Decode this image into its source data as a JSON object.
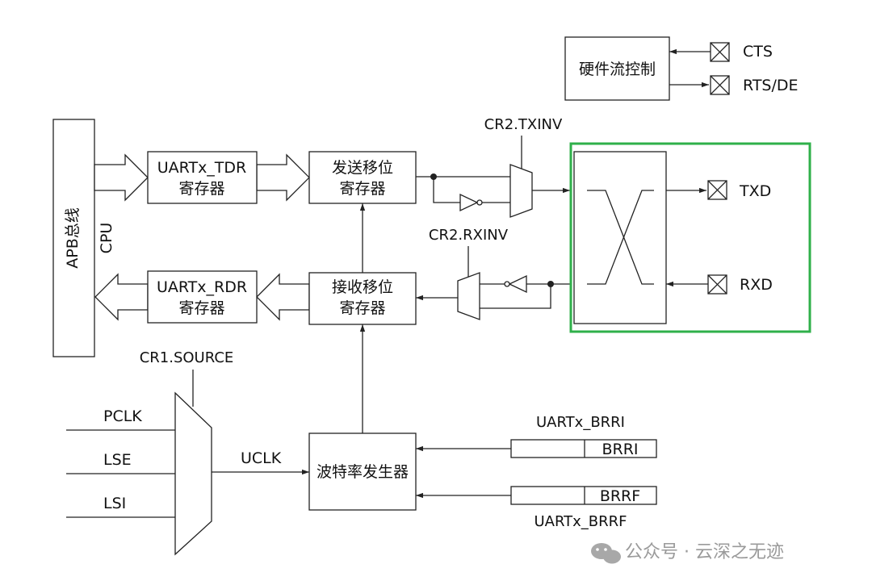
{
  "blocks": {
    "apb_bus": "APB总线",
    "cpu": "CPU",
    "tdr_name": "UARTx_TDR",
    "tdr_sub": "寄存器",
    "rdr_name": "UARTx_RDR",
    "rdr_sub": "寄存器",
    "tx_shift_line1": "发送移位",
    "tx_shift_line2": "寄存器",
    "rx_shift_line1": "接收移位",
    "rx_shift_line2": "寄存器",
    "flow_control": "硬件流控制",
    "baud_gen": "波特率发生器",
    "brri_field": "BRRI",
    "brrf_field": "BRRF"
  },
  "signals": {
    "cts": "CTS",
    "rts_de": "RTS/DE",
    "txd": "TXD",
    "rxd": "RXD",
    "txinv": "CR2.TXINV",
    "rxinv": "CR2.RXINV",
    "source": "CR1.SOURCE",
    "pclk": "PCLK",
    "lse": "LSE",
    "lsi": "LSI",
    "uclk": "UCLK",
    "brri_reg": "UARTx_BRRI",
    "brrf_reg": "UARTx_BRRF"
  },
  "watermark": {
    "text": "公众号 · 云深之无迹"
  },
  "colors": {
    "line": "#222222",
    "highlight": "#2fb04a",
    "watermark": "#9a9a9a"
  }
}
